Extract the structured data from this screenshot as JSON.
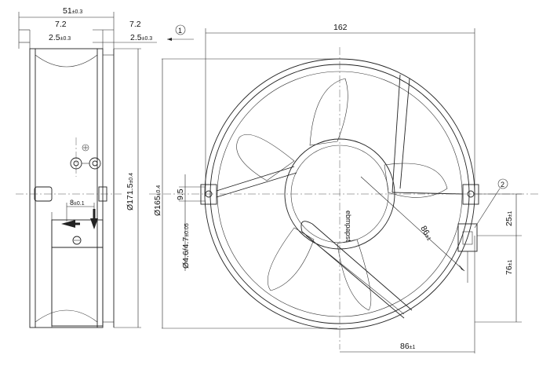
{
  "dimensions": {
    "side_overall_width": "51",
    "side_overall_width_tol": "±0.3",
    "side_left_offset": "7.2",
    "side_right_offset": "7.2",
    "side_left_wall": "2.5",
    "side_left_wall_tol": "±0.3",
    "side_right_wall": "2.5",
    "side_right_wall_tol": "±0.3",
    "terminal_offset": "8",
    "terminal_offset_tol": "±0.1",
    "side_height": "Ø171.5",
    "side_height_tol": "±0.4",
    "front_width": "162",
    "front_diameter": "Ø165",
    "front_diameter_tol": "±0.4",
    "hole_spacing": "9.5",
    "hole_diameter": "Ø4.6/4.7",
    "hole_diameter_tol": "±0.05",
    "radius_value": "86",
    "radius_tol": "±1",
    "right_upper": "25",
    "right_upper_tol": "±1",
    "right_lower": "76",
    "right_lower_tol": "±1",
    "bottom_width": "86",
    "bottom_width_tol": "±1"
  },
  "callouts": {
    "marker_1": "1",
    "marker_2": "2"
  },
  "hub_label": "ebmpapst"
}
